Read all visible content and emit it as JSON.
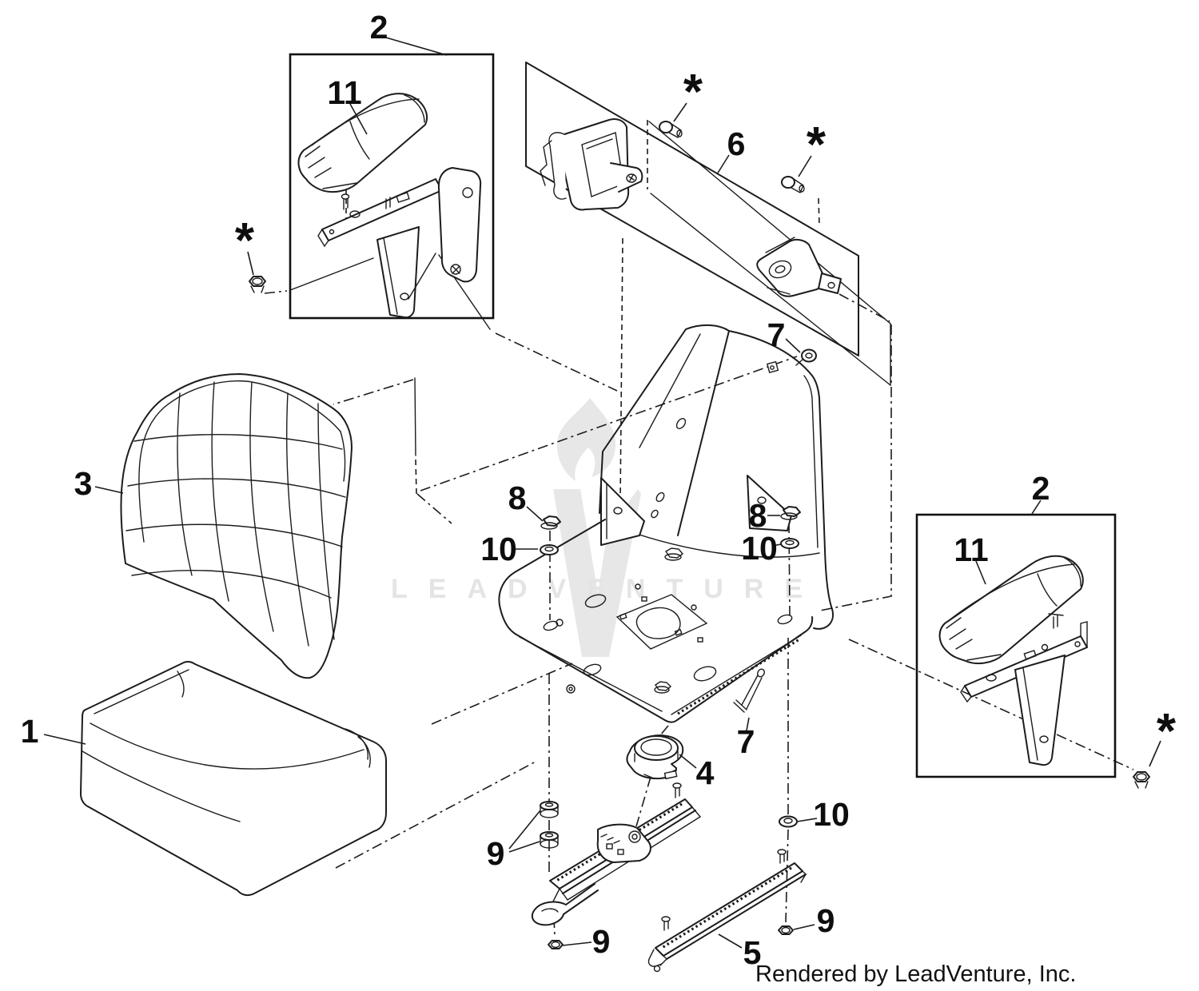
{
  "watermark": {
    "text": "LEADVENTURE",
    "color": "#e4e4e4",
    "logo": "leadventure-flame-v-logo"
  },
  "footer": {
    "text": "Rendered by LeadVenture, Inc."
  },
  "line_color": "#1c1c1c",
  "background_color": "#ffffff",
  "callouts": [
    {
      "label": "2"
    },
    {
      "label": "11"
    },
    {
      "label": "*"
    },
    {
      "label": "*"
    },
    {
      "label": "6"
    },
    {
      "label": "*"
    },
    {
      "label": "7"
    },
    {
      "label": "3"
    },
    {
      "label": "8"
    },
    {
      "label": "10"
    },
    {
      "label": "8"
    },
    {
      "label": "10"
    },
    {
      "label": "2"
    },
    {
      "label": "11"
    },
    {
      "label": "*"
    },
    {
      "label": "7"
    },
    {
      "label": "4"
    },
    {
      "label": "9"
    },
    {
      "label": "9"
    },
    {
      "label": "10"
    },
    {
      "label": "9"
    },
    {
      "label": "5"
    },
    {
      "label": "1"
    }
  ]
}
